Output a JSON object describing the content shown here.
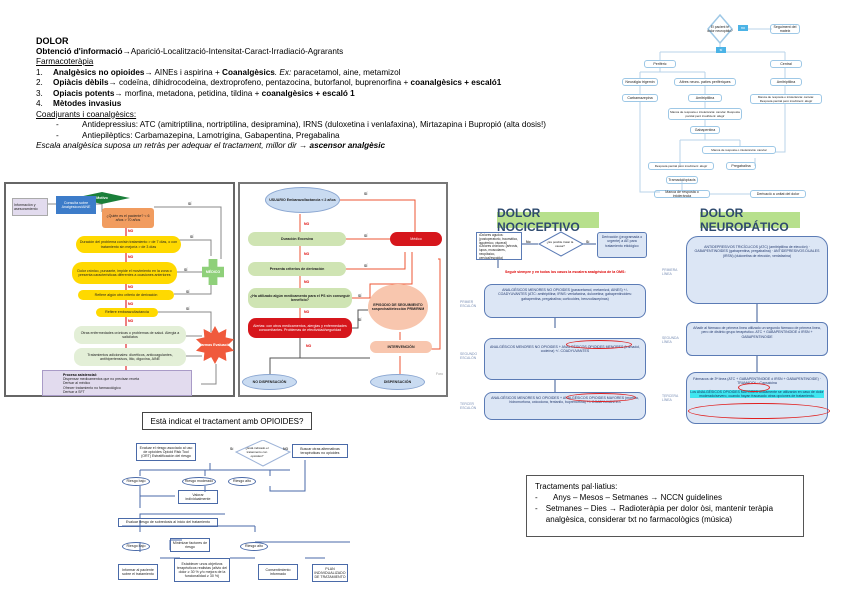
{
  "notes": {
    "title": "DOLOR",
    "info_label": "Obtenció d'informació",
    "info_text": "Aparició-Localització-Intensitat-Caract-Irradiació-Agrarants",
    "pharm_heading": "Farmacoteràpia",
    "items": [
      {
        "num": "1.",
        "bold": "Analgèsics no opioides",
        "text": " AINEs i aspirina + ",
        "bold2": "Coanalgèsics",
        "italic": ". Ex:",
        "tail": " paracetamol, aine, metamizol"
      },
      {
        "num": "2.",
        "bold": "Opiàcis dèbils",
        "text": " codeïna, dihidrocodeina, dextroprofeno, pentazocina, butorfanol, buprenorfina + ",
        "bold2": "coanalgèsics + escaló1",
        "italic": "",
        "tail": ""
      },
      {
        "num": "3.",
        "bold": "Opiacis potents",
        "text": " morfina, metadona, petidina, tildina + ",
        "bold2": "coanalgèsics + escaló 1",
        "italic": "",
        "tail": ""
      },
      {
        "num": "4.",
        "bold": "Mètodes invasius",
        "text": "",
        "bold2": "",
        "italic": "",
        "tail": ""
      }
    ],
    "coadj_heading": "Coadjurants i coanalgèsics:",
    "coadj": [
      "Antidepressius: ATC (amitriptilina, nortriptilina, desipramina), IRNS (duloxetina i venlafaxina), Mirtazapina i Bupropió (alta dosis!)",
      "Antiepilèptics: Carbamazepina, Lamotrigina, Gabapentina, Pregabalina"
    ],
    "scale_text": "Escala analgèsica suposa un retràs per adequar el tractament, millor dir ",
    "scale_bold": "ascensor analgèsic",
    "arrow": "→",
    "dash": "-"
  },
  "flow1": {
    "info": "Información y asesoramiento",
    "consult": "Consulta sobre Analgésicos/AINE",
    "motivo": "Motivo",
    "q1": "¿Quién es el paciente? < 6 años > 70 años",
    "q2": "Duración del problema con/sin tratamiento > de 7 días, o con tratamiento sin mejoría > de 3 días",
    "q3": "Dolor crónico, punzante, impide el movimiento en la zona o presenta características diferentes a ocasiones anteriores",
    "q4": "Refiere algún otro criterio de derivación",
    "q5": "Refiere embarazo/lactancia",
    "q6": "Otras enfermedades crónicas o problemas de salud. Alergia a salicilatos",
    "q7": "Tratamientos adicionales: diuréticos, anticoagulantes, antihipertensivos, litio, digoxina, AINE",
    "medico": "MÉDICO",
    "alarma": "Alarmas Evaluación",
    "si": "SÍ",
    "no": "NO",
    "process_title": "Proceso asistencial:",
    "process": [
      "Dispensar medicamentos que no precisan receta",
      "Derivar al médico",
      "Ofrecer tratamiento no farmacológico",
      "Derivar a SFT"
    ]
  },
  "flow2": {
    "usuario": "USUARIO Embarazo/lactancia < 2 años",
    "d1": "Duración Excesiva",
    "d2": "Presenta criterios de derivación",
    "d3": "¿Ha utilizado algún medicamento para el PS sin conseguir beneficio?",
    "alert": "Alertas: con otros medicamentos, alergias y enfermedades concomitantes. Problemas de efectividad/seguridad",
    "medico": "Médico",
    "episodio": "EPISODIO DE SEGUIMIENTO sospecha/detección PRM/RNM",
    "intervencion": "INTERVENCIÓN",
    "nodisp": "NO DISPENSACIÓN",
    "disp": "DISPENSACIÓN",
    "si": "SÍ",
    "no": "NO",
    "foot": "Foro"
  },
  "flow3": {
    "q": "El pacient té dolor neuropàtic?",
    "no": "no",
    "si": "sí",
    "seg": "Seguiment del mateix",
    "periferic": "Perifèric",
    "central": "Central",
    "neuralgia": "Neuràlgia trigemin",
    "altres": "Altres neuro- patíes perifèriques",
    "carba": "Carbamazepina",
    "amitri1": "Amitriptilina",
    "amitri2": "Amitriptilina",
    "manca1": "Manca de resposta o intolerància: canviar. Resposta parcial però insuficient: afegir",
    "manca2": "Manca de resposta o intolerància: canviar. Resposta parcial però insuficient: afegir",
    "gaba": "Gabapentina",
    "manca3": "Manca de resposta o intolerància: canviar",
    "resp": "Resposta parcial però insuficient: afegir",
    "prega": "Pregabalina",
    "trama": "Tramadol/opiacis",
    "manca4": "Manca de resposta o intolerància",
    "deriv": "Derivació a unitat del dolor"
  },
  "noci": {
    "title": "DOLOR NOCICEPTIVO",
    "box": "•Dolores agudos: (postoperatorio, traumático, isquémico, visceral) •Dolores crónicos: (artrosis, lupus, musculares, neoplásico, cervical/espalda)",
    "q": "¿Es posible tratar la causa?",
    "no": "No",
    "si": "Sí",
    "deriv": "Derivación (programada o urgente) a AE para tratamiento etiológico",
    "red": "Seguir siempre y en todos los casos la escalera analgésica de la OMS:",
    "e1_label": "PRIMER ESCALÓN",
    "e1": "ANALGÉSICOS MENORES NO OPIOIDES (paracetamol, metamizol, AINES) +/- COADYUVANTES (ATC: amitriptilina; IRNS: venlafaxina, duloxetina; gabapentinoides: gabapentina, pregabalina; corticoides, benzodiacepinas)",
    "e2_label": "SEGUNDO ESCALÓN",
    "e2": "ANALGÉSICOS MENORES NO OPIOIDES + ANALGÉSICOS OPIOIDES MENORES (tramadol, codeína) +/- COADYUVANTES",
    "e3_label": "TERCER ESCALÓN",
    "e3": "ANALGÉSICOS MENORES NO OPIOIDES + ANALGÉSICOS OPIOIDES MAYORES (morfina, hidromorfona, oxicodona, fentanilo, buprenorfina) +/- COADYUVANTES"
  },
  "neuro": {
    "title": "DOLOR NEUROPÁTICO",
    "l1_label": "PRIMERA LÍNEA",
    "l1": "ANTIDEPRESIVOS TRICÍCLICOS (ATC) (amitriptilina de elección) · GABAPENTINOIDES (gabapentina, pregabalina) · ANTIDEPRESIVOS DUALES (IRSN) (duloxetina de elección, venlafaxina)",
    "l2_label": "SEGUNDA LÍNEA",
    "l2": "Añadir al fármaco de primera línea utilizado un segundo fármaco de primera línea, pero de distinto grupo terapéutico. ATC + GABAPENTINOIDE ó IRSN + GABAPENTINOIDE",
    "l3_label": "TERCERA LÍNEA",
    "l3": "Fármacos de 3ª línea (ATC + GABAPENTINOIDE ó IRSN + GABAPENTINOIDE) · TRAMADOL · Capsaicina",
    "l3_high": "Los ANALGÉSICOS OPIOIDES MAYORES únicamente se utilizarán en caso de dolor moderado/severo, cuando hayan fracasado otras opciones de tratamiento."
  },
  "opioid": {
    "title": "Està indicat el tractament amb OPIOIDES?",
    "eval": "Evaluar el riesgo asociado al uso de opioides Opioid Risk Tool (ORT) Estratificación del riesgo",
    "q": "¿Está indicado el tratamiento con opioides?",
    "si": "Sí",
    "no": "NO",
    "buscar": "Buscar otras alternativas terapéuticas no opioides",
    "bajo": "Riesgo bajo",
    "mod": "Riesgo moderado",
    "alto": "Riesgo alto",
    "valorar": "Valorar individualmente",
    "sobredosis": "Evaluar riesgo de sobredosis al inicio del tratamiento",
    "bajo2": "Riesgo bajo",
    "minimizar": "Minimizar factores de riesgo",
    "alto2": "Riesgo alto",
    "informar": "Informar al paciente sobre el tratamiento",
    "objetivos": "Establecer unos objetivos terapéuticos realistas (alivio del dolor ≥ 30 % y/o mejora de la funcionalidad ≥ 30 %)",
    "consent": "Consentimiento informado",
    "plan": "PLAN INDIVIDUALIZADO DE TRATAMIENTO"
  },
  "palliative": {
    "title": "Tractaments pal·liatius:",
    "items": [
      "Anys – Mesos – Setmanes → NCCN guidelines",
      "Setmanes – Dies → Radioteràpia per dolor òsi, mantenir teràpia analgèsica, considerar txt no farmacològics (música)"
    ],
    "dash": "-"
  }
}
